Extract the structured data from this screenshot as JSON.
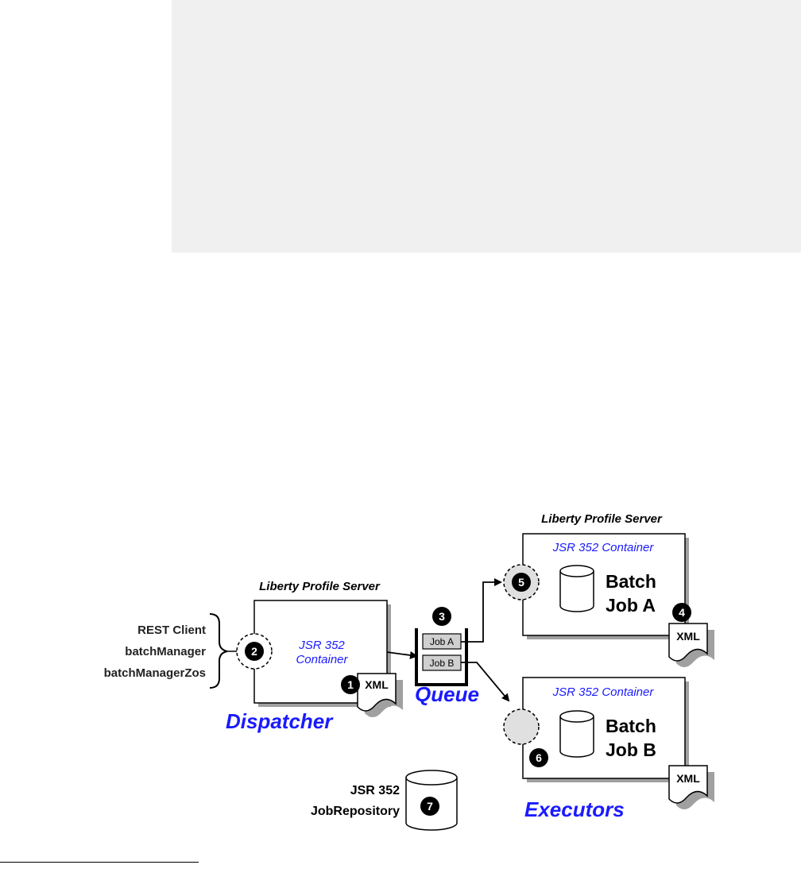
{
  "diagram": {
    "left_clients": [
      "REST Client",
      "batchManager",
      "batchManagerZos"
    ],
    "dispatcher_server": {
      "server_label": "Liberty Profile Server",
      "container_line1": "JSR 352",
      "container_line2": "Container",
      "role_label": "Dispatcher",
      "xml_label": "XML"
    },
    "queue": {
      "label": "Queue",
      "jobs": [
        "Job A",
        "Job B"
      ]
    },
    "executor_a": {
      "server_label": "Liberty Profile Server",
      "container_label": "JSR 352 Container",
      "job_line1": "Batch",
      "job_line2": "Job A",
      "xml_label": "XML"
    },
    "executor_b": {
      "container_label": "JSR 352 Container",
      "job_line1": "Batch",
      "job_line2": "Job B",
      "xml_label": "XML"
    },
    "executors_label": "Executors",
    "repository": {
      "line1": "JSR 352",
      "line2": "JobRepository"
    },
    "steps": [
      "1",
      "2",
      "3",
      "4",
      "5",
      "6",
      "7"
    ],
    "colors": {
      "accent_blue": "#1a1aff",
      "badge": "#000000",
      "shadow": "#a0a0a0",
      "job_fill": "#d0d0d0",
      "circle_fill": "#e0e0e0"
    }
  }
}
